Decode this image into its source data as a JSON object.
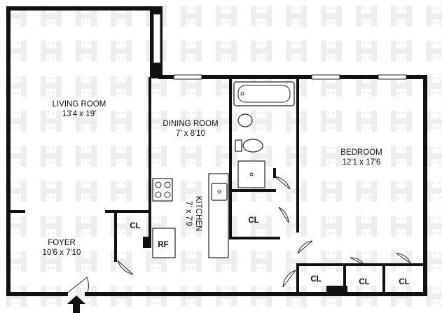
{
  "rooms": {
    "living_room": {
      "name": "LIVING ROOM",
      "dims": "13'4 x 19'"
    },
    "dining_room": {
      "name": "DINING ROOM",
      "dims": "7' x 8'10"
    },
    "bedroom": {
      "name": "BEDROOM",
      "dims": "12'1 x 17'6"
    },
    "kitchen": {
      "name": "KITCHEN",
      "dims": "7' x 7'9"
    },
    "foyer": {
      "name": "FOYER",
      "dims": "10'6 x 7'10"
    }
  },
  "closets": {
    "foyer": "CL",
    "bath_hall": "CL",
    "bedroom_left": "CL",
    "bedroom_middle": "CL",
    "bedroom_right": "CL"
  },
  "appliances": {
    "refrigerator": "RF"
  },
  "icons": {
    "entrance": "up-arrow-icon",
    "watermark": "h-logo-watermark"
  },
  "colors": {
    "walls": "#111111",
    "watermark": "#eeeeee",
    "background": "#ffffff"
  }
}
